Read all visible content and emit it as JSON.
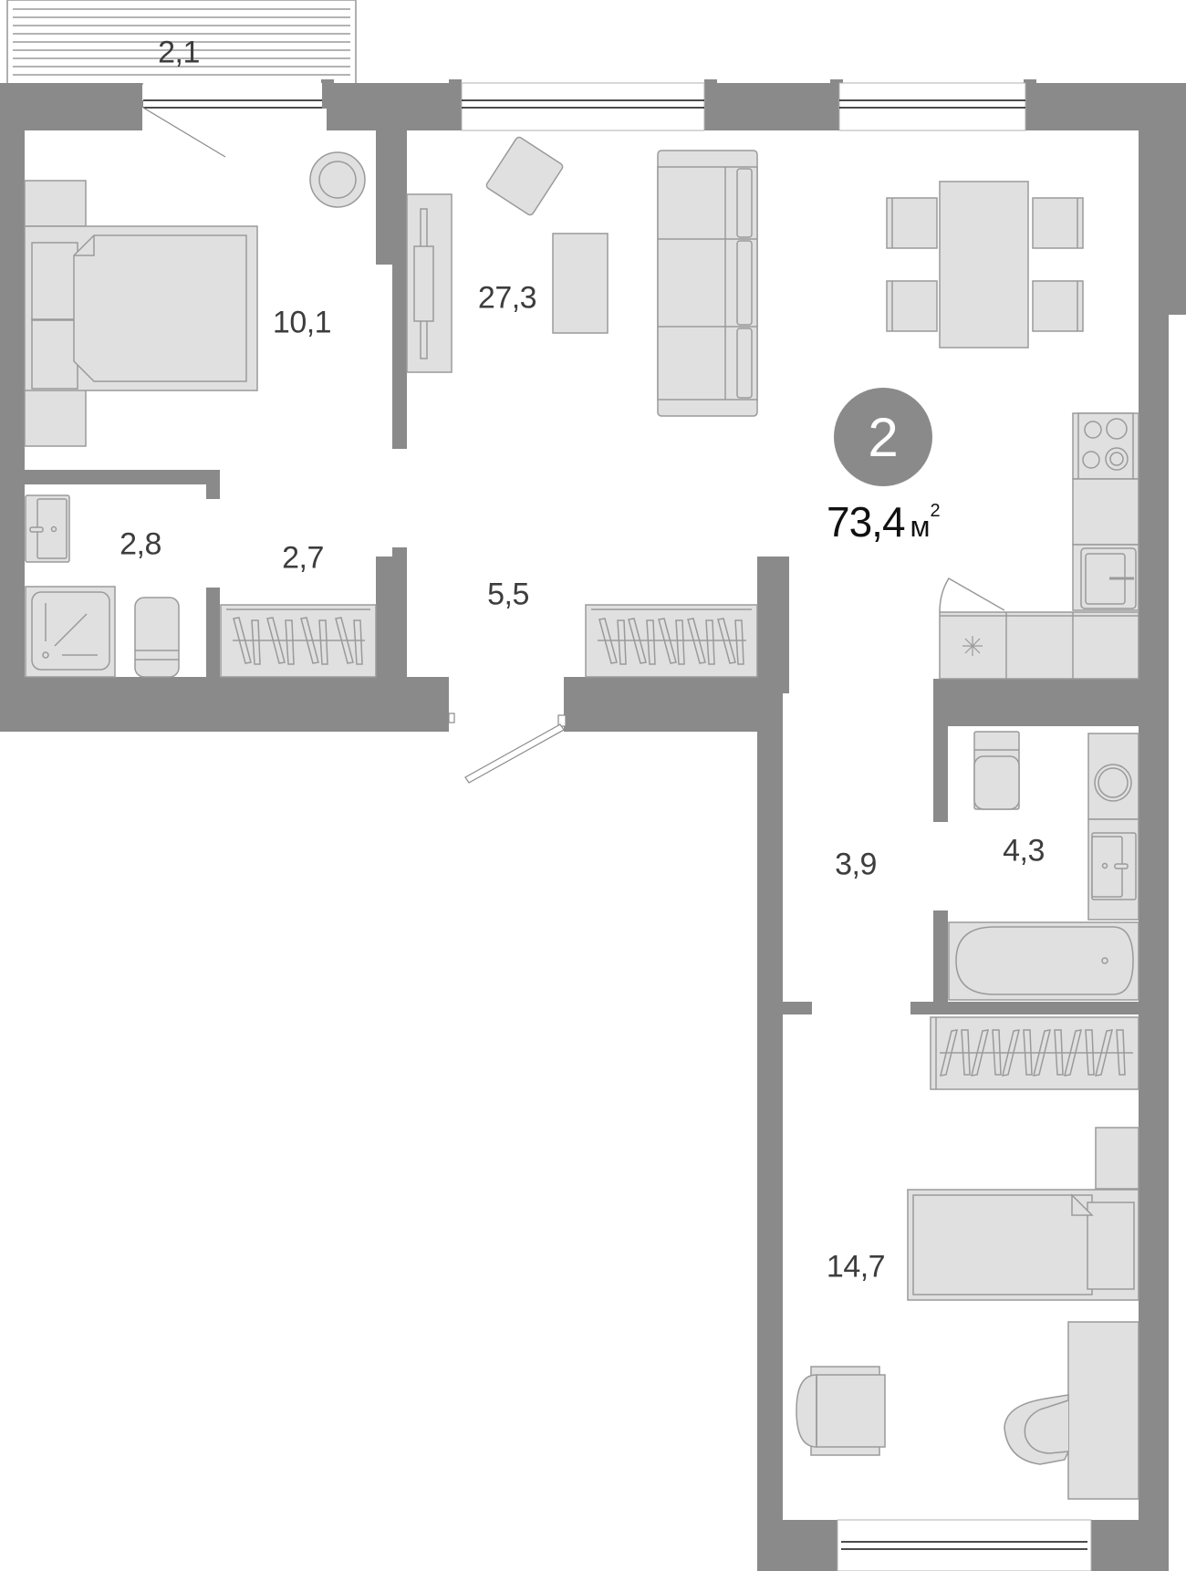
{
  "apartment": {
    "rooms_count": "2",
    "total_area": "73,4",
    "area_unit": "м",
    "area_unit_power": "2"
  },
  "rooms": [
    {
      "id": "balcony",
      "label": "2,1"
    },
    {
      "id": "bedroom",
      "label": "10,1"
    },
    {
      "id": "living-room",
      "label": "27,3"
    },
    {
      "id": "bathroom-small",
      "label": "2,8"
    },
    {
      "id": "wardrobe",
      "label": "2,7"
    },
    {
      "id": "hallway",
      "label": "5,5"
    },
    {
      "id": "corridor",
      "label": "3,9"
    },
    {
      "id": "bathroom",
      "label": "4,3"
    },
    {
      "id": "bedroom-2",
      "label": "14,7"
    }
  ],
  "colors": {
    "wall": "#8a8a8a",
    "furniture_fill": "#e0e0e0",
    "furniture_stroke": "#9a9a9a",
    "label_text": "#3d3d3d",
    "badge": "#8a8a8a"
  }
}
